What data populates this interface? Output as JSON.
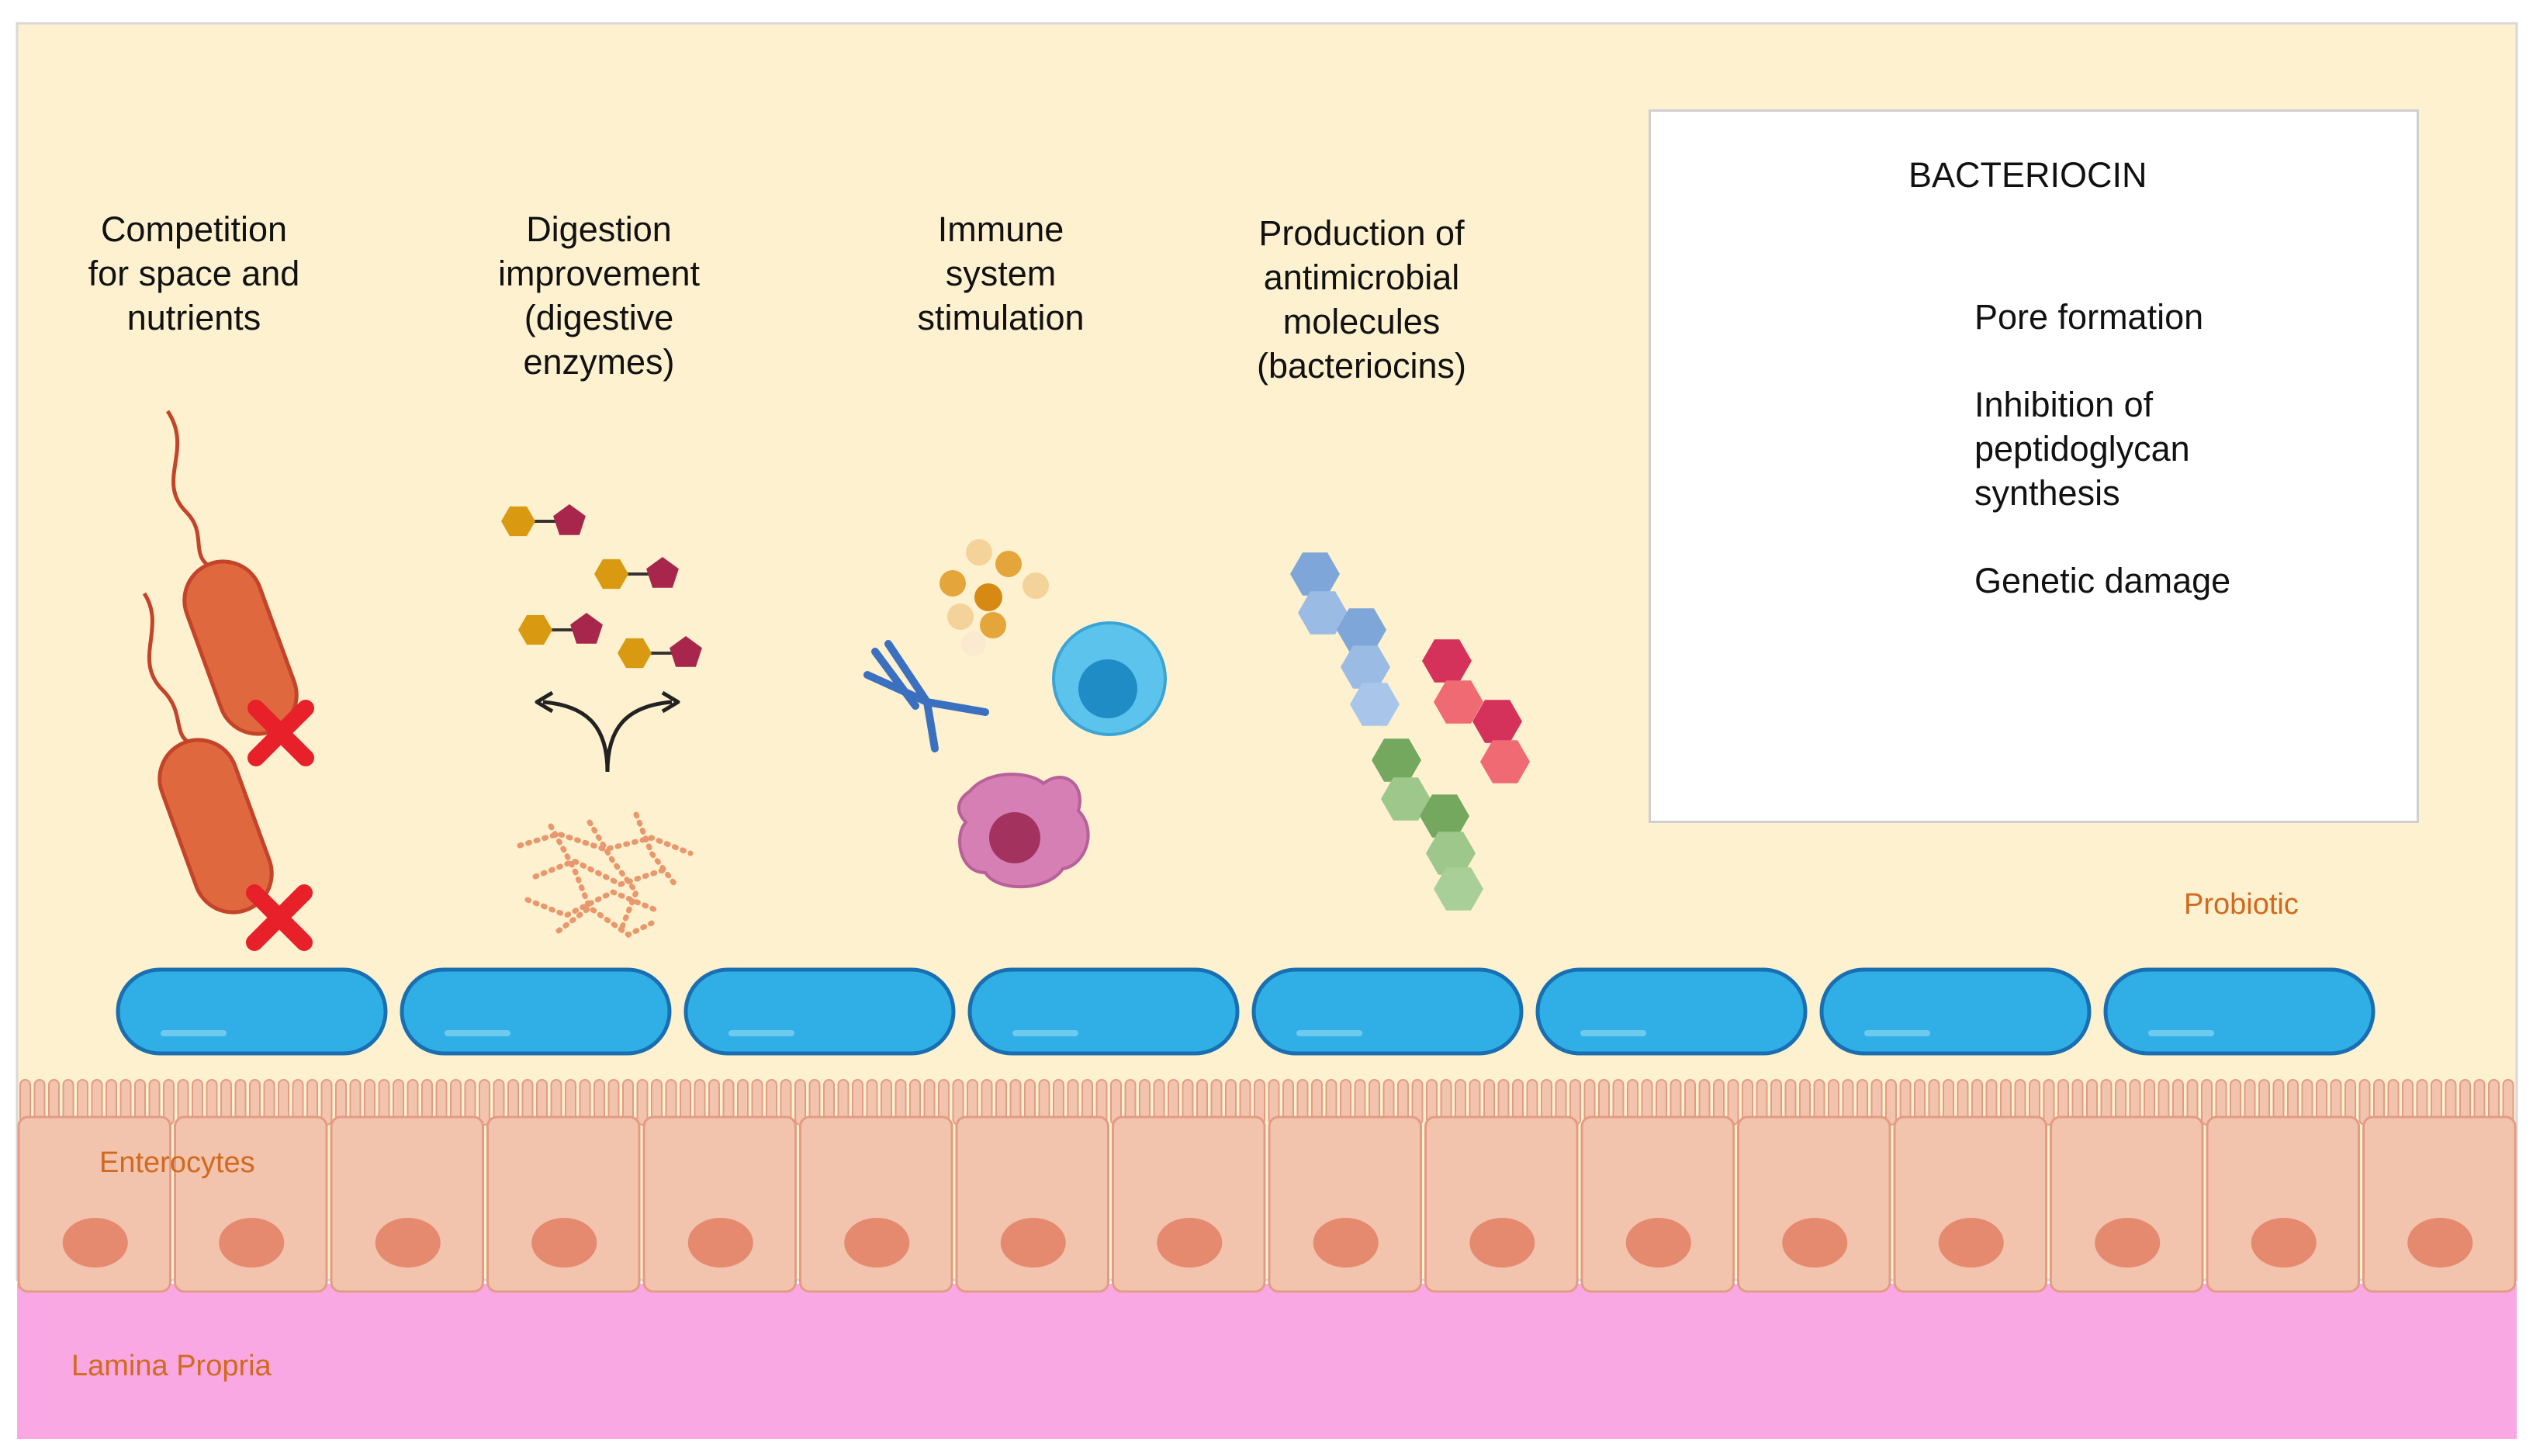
{
  "mechanisms": [
    {
      "text": "Competition\nfor space and\nnutrients"
    },
    {
      "text": "Digestion\nimprovement\n(digestive\nenzymes)"
    },
    {
      "text": "Immune\nsystem\nstimulation"
    },
    {
      "text": "Production of\nantimicrobial\nmolecules\n(bacteriocins)"
    }
  ],
  "bacteriocin_box": {
    "title": "BACTERIOCIN",
    "effects": [
      "Pore formation",
      "Inhibition of\npeptidoglycan\nsynthesis",
      "Genetic damage"
    ]
  },
  "labels": {
    "probiotic": "Probiotic",
    "enterocytes": "Enterocytes",
    "lamina_propria": "Lamina Propria"
  },
  "colors": {
    "lumen": "#fdf1cf",
    "lamina_propria": "#f9a8e3",
    "enterocyte": "#f2c3ad",
    "nucleus": "#e58a6e",
    "probiotic": "#30aee6",
    "bacterium": "#e0683f",
    "cross": "#e8202a"
  }
}
